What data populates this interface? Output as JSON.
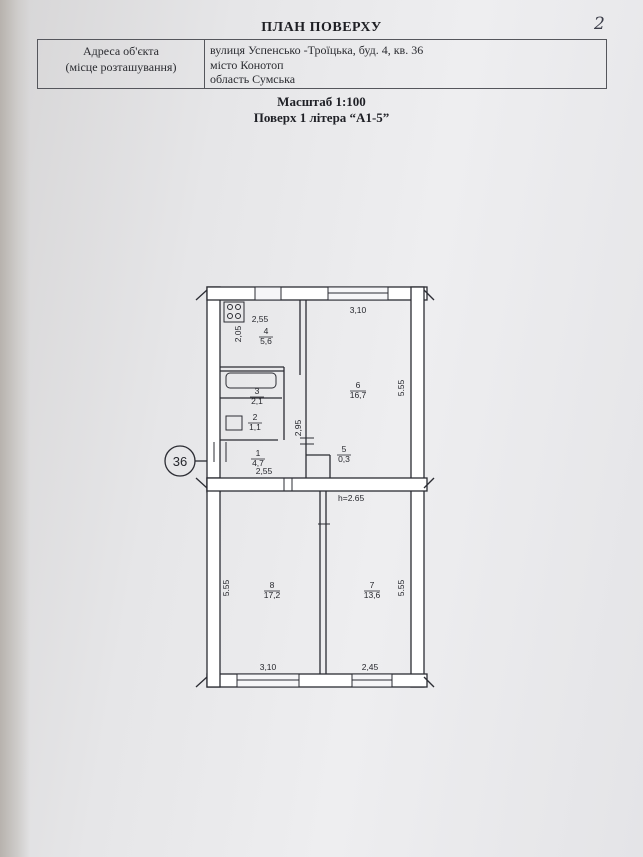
{
  "document": {
    "title": "ПЛАН ПОВЕРХУ",
    "page_number": "2",
    "address_label_line1": "Адреса об'єкта",
    "address_label_line2": "(місце розташування)",
    "address_line1": "вулиця  Успенсько -Троїцька, буд. 4, кв. 36",
    "address_line2": "місто  Конотоп",
    "address_line3": "область Сумська",
    "scale": "Масштаб 1:100",
    "floor_line": "Поверх 1    літера  “А1-5”"
  },
  "plan": {
    "apartment_number": "36",
    "ceiling_height": "h=2.65",
    "rooms": [
      {
        "number": "1",
        "area": "4,7"
      },
      {
        "number": "2",
        "area": "1,1"
      },
      {
        "number": "3",
        "area": "2,1"
      },
      {
        "number": "4",
        "area": "5,6"
      },
      {
        "number": "5",
        "area": "0,3"
      },
      {
        "number": "6",
        "area": "16,7"
      },
      {
        "number": "7",
        "area": "13,6"
      },
      {
        "number": "8",
        "area": "17,2"
      }
    ],
    "dimensions": {
      "kitchen_width": "2,55",
      "kitchen_depth": "2,05",
      "room6_width": "3,10",
      "room6_depth": "5.55",
      "hall_width": "2,55",
      "hall_depth": "2,95",
      "room8_depth": "5.55",
      "room8_width": "3,10",
      "room7_depth": "5.55",
      "room7_width": "2,45"
    }
  }
}
